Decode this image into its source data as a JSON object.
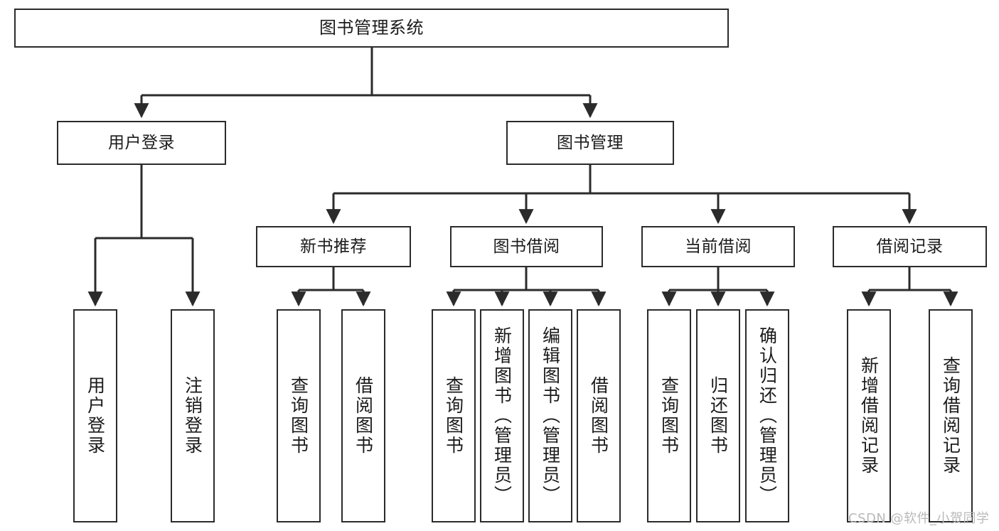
{
  "diagram": {
    "type": "tree-hierarchy",
    "title": "图书管理系统",
    "colors": {
      "box_border": "#2b2b2b",
      "box_fill": "#ffffff",
      "connector": "#2b2b2b",
      "text": "#1b1b1b",
      "watermark": "#b9b9b9",
      "background": "#ffffff"
    },
    "levels": {
      "root": {
        "label": "图书管理系统"
      },
      "level2": [
        {
          "label": "用户登录"
        },
        {
          "label": "图书管理"
        }
      ],
      "level3": [
        {
          "label": "新书推荐"
        },
        {
          "label": "图书借阅"
        },
        {
          "label": "当前借阅"
        },
        {
          "label": "借阅记录"
        }
      ],
      "leaves": {
        "user_login": [
          {
            "label": "用户登录"
          },
          {
            "label": "注销登录"
          }
        ],
        "new_book_recommend": [
          {
            "label": "查询图书"
          },
          {
            "label": "借阅图书"
          }
        ],
        "book_borrow": [
          {
            "label": "查询图书"
          },
          {
            "label": "新增图书（管理员）"
          },
          {
            "label": "编辑图书（管理员）"
          },
          {
            "label": "借阅图书"
          }
        ],
        "current_borrow": [
          {
            "label": "查询图书"
          },
          {
            "label": "归还图书"
          },
          {
            "label": "确认归还（管理员）"
          }
        ],
        "borrow_records": [
          {
            "label": "新增借阅记录"
          },
          {
            "label": "查询借阅记录"
          }
        ]
      }
    },
    "watermark": "CSDN @软件_小贺同学"
  }
}
